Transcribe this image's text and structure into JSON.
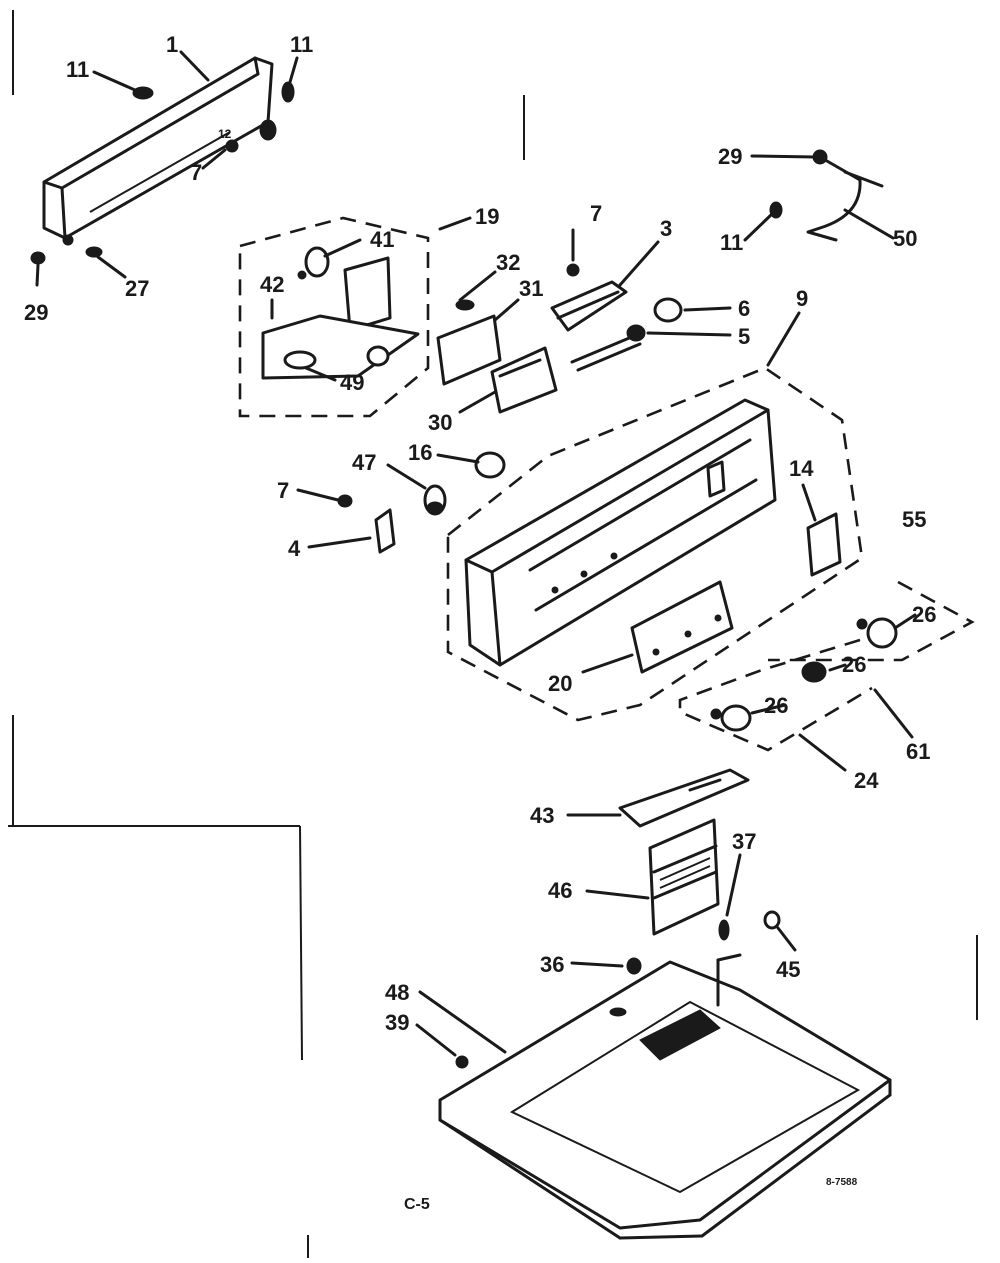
{
  "callouts": {
    "c1": "1",
    "c11a": "11",
    "c11b": "11",
    "c12": "12",
    "c7a": "7",
    "c27": "27",
    "c29a": "29",
    "c19": "19",
    "c41": "41",
    "c42": "42",
    "c49": "49",
    "c32": "32",
    "c31": "31",
    "c30": "30",
    "c7b": "7",
    "c3": "3",
    "c6": "6",
    "c5": "5",
    "c9": "9",
    "c29b": "29",
    "c11c": "11",
    "c50": "50",
    "c16": "16",
    "c47": "47",
    "c7c": "7",
    "c4": "4",
    "c14": "14",
    "c55": "55",
    "c26a": "26",
    "c26b": "26",
    "c26c": "26",
    "c20": "20",
    "c61": "61",
    "c24": "24",
    "c43": "43",
    "c37": "37",
    "c46": "46",
    "c36": "36",
    "c45": "45",
    "c48": "48",
    "c39": "39"
  },
  "footer": {
    "page_code": "C-5",
    "drawing_number": "8-7588"
  }
}
